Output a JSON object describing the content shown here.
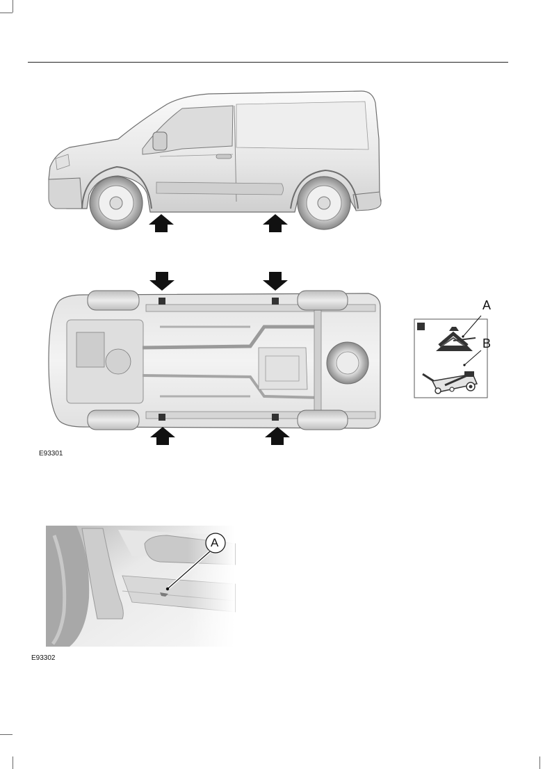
{
  "figures": [
    {
      "code": "E93301",
      "legend": [
        {
          "letter": "A",
          "item": "scissor-jack"
        },
        {
          "letter": "B",
          "item": "trolley-jack"
        }
      ]
    },
    {
      "code": "E93302",
      "legend": [
        {
          "letter": "A",
          "item": "jacking-point-marker"
        }
      ]
    }
  ],
  "colors": {
    "body_light": "#f1f1f1",
    "body_mid": "#d9d9d9",
    "body_dark": "#9a9a9a",
    "outline": "#6e6e6e",
    "arrow": "#111111",
    "marker": "#333333"
  }
}
